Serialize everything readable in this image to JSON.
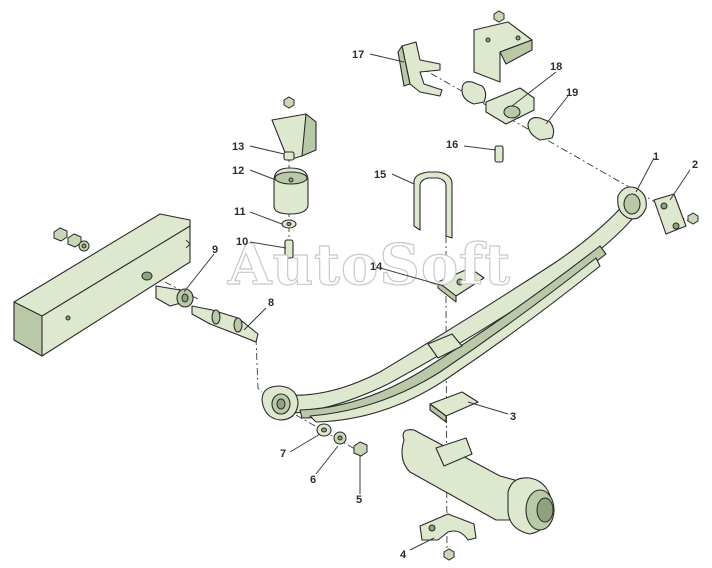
{
  "watermark": "AutoSoft",
  "colors": {
    "part_fill": "#dde8cf",
    "outline": "#2a2a2a",
    "background": "#ffffff"
  },
  "callouts": [
    "1",
    "2",
    "3",
    "4",
    "5",
    "6",
    "7",
    "8",
    "9",
    "10",
    "11",
    "12",
    "13",
    "14",
    "15",
    "16",
    "17",
    "18",
    "19"
  ]
}
